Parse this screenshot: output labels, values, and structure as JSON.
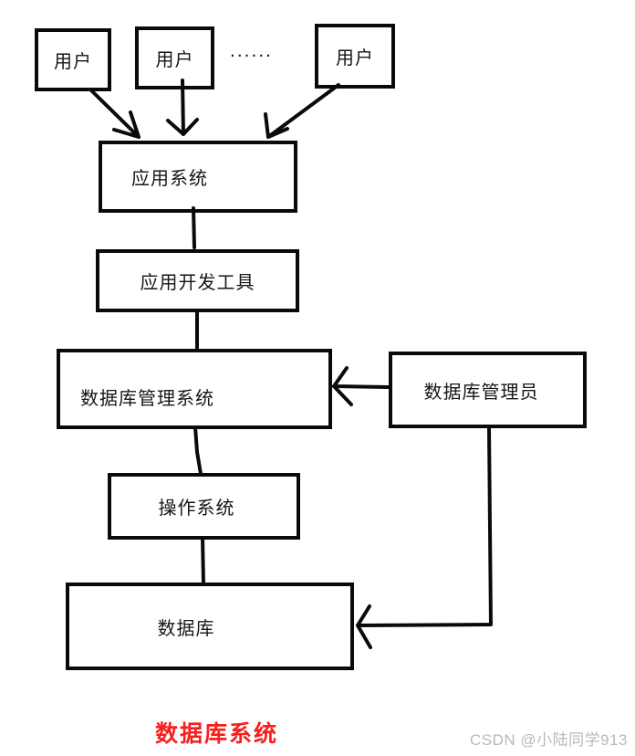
{
  "diagram": {
    "nodes": {
      "user1": {
        "label": "用户"
      },
      "user2": {
        "label": "用户"
      },
      "user3": {
        "label": "用户"
      },
      "app_system": {
        "label": "应用系统"
      },
      "app_dev_tools": {
        "label": "应用开发工具"
      },
      "dbms": {
        "label": "数据库管理系统"
      },
      "dba": {
        "label": "数据库管理员"
      },
      "os": {
        "label": "操作系统"
      },
      "database": {
        "label": "数据库"
      }
    },
    "ellipsis": "......",
    "caption": {
      "text": "数据库系统",
      "color": "#f91e1e"
    },
    "watermark": {
      "text": "CSDN @小陆同学913",
      "color": "#b9b9b9"
    },
    "line_color": "#0a0a0a"
  }
}
